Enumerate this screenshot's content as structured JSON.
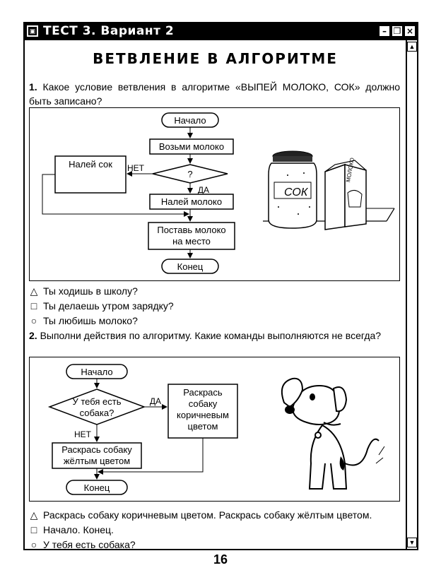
{
  "window": {
    "title": "ТЕСТ 3. Вариант 2",
    "buttons": {
      "minimize": "–",
      "restore": "❐",
      "close": "×"
    }
  },
  "heading": "ВЕТВЛЕНИЕ В АЛГОРИТМЕ",
  "question1": {
    "number": "1.",
    "text": "Какое условие ветвления в алгоритме «ВЫПЕЙ МОЛОКО, СОК» должно быть записано?",
    "flowchart": {
      "start": "Начало",
      "step1": "Возьми молоко",
      "condition": "?",
      "no_label": "НЕТ",
      "yes_label": "ДА",
      "no_action": "Налей сок",
      "yes_action": "Налей молоко",
      "step_last_line1": "Поставь молоко",
      "step_last_line2": "на место",
      "end": "Конец"
    },
    "picture": {
      "jar_label": "СОК",
      "carton_label": "МОЛОКО"
    },
    "answers": [
      {
        "marker": "△",
        "text": "Ты ходишь в школу?"
      },
      {
        "marker": "□",
        "text": "Ты делаешь утром зарядку?"
      },
      {
        "marker": "○",
        "text": "Ты любишь молоко?"
      }
    ]
  },
  "question2": {
    "number": "2.",
    "text": "Выполни действия по алгоритму. Какие команды выполняются не всегда?",
    "flowchart": {
      "start": "Начало",
      "condition_line1": "У тебя есть",
      "condition_line2": "собака?",
      "yes_label": "ДА",
      "no_label": "НЕТ",
      "yes_action_line1": "Раскрась",
      "yes_action_line2": "собаку",
      "yes_action_line3": "коричневым",
      "yes_action_line4": "цветом",
      "no_action_line1": "Раскрась собаку",
      "no_action_line2": "жёлтым цветом",
      "end": "Конец"
    },
    "answers": [
      {
        "marker": "△",
        "text": "Раскрась собаку коричневым цветом. Раскрась собаку жёлтым цветом."
      },
      {
        "marker": "□",
        "text": "Начало. Конец."
      },
      {
        "marker": "○",
        "text": "У тебя есть собака?"
      }
    ]
  },
  "page_number": "16"
}
